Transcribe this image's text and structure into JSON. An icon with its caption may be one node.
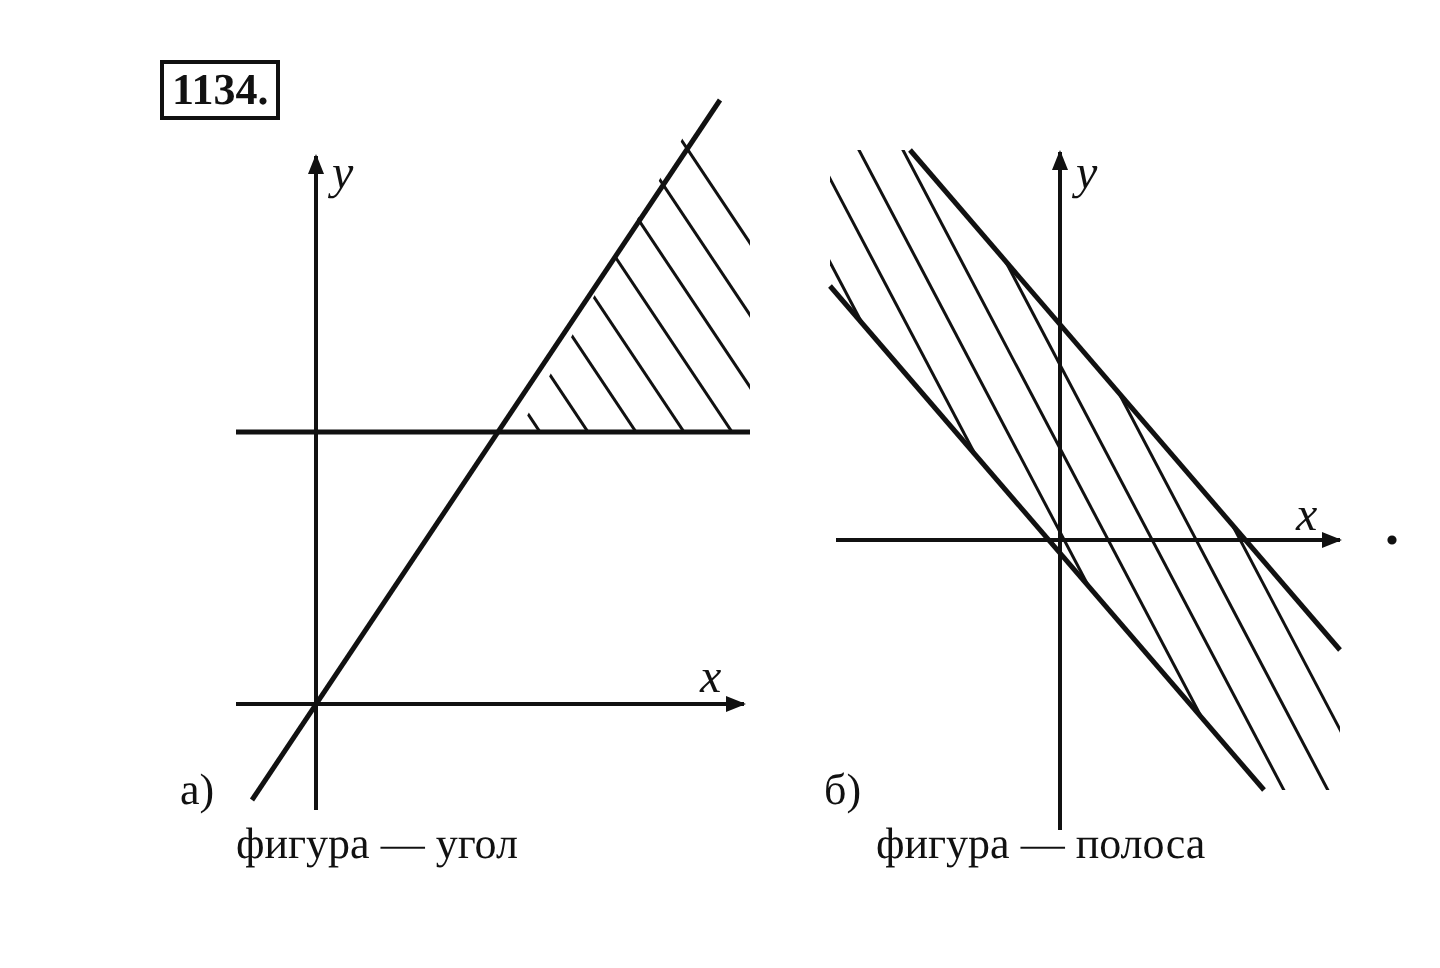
{
  "diagram": {
    "labels": [
      "1134.",
      "y",
      "x",
      "а)",
      "фигура — угол",
      "y",
      "x",
      "б)",
      "фигура — полоса"
    ]
  }
}
